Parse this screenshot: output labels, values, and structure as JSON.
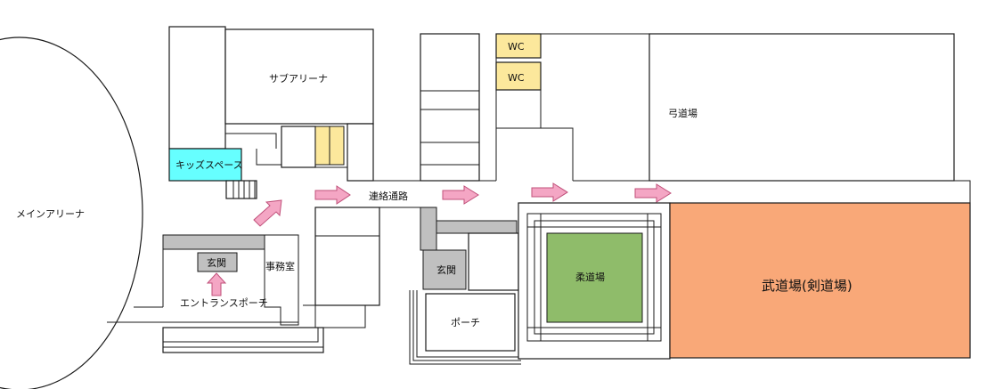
{
  "rooms": {
    "main_arena": "メインアリーナ",
    "sub_arena": "サブアリーナ",
    "kids_space": "キッズスペース",
    "entrance_west": "玄関",
    "office": "事務室",
    "entrance_porch_west": "エントランスポーチ",
    "corridor": "連絡通路",
    "wc_1": "WC",
    "wc_2": "WC",
    "archery_hall": "弓道場",
    "entrance_east": "玄関",
    "porch_east": "ポーチ",
    "judo_hall": "柔道場",
    "budo_hall": "武道場(剣道場)"
  },
  "colors": {
    "kids_space": "#66ffff",
    "wc": "#fce89c",
    "yellow_stall": "#fce89c",
    "entrance_gray": "#c0c0c0",
    "judo_mat": "#8fbc6a",
    "budo_hall": "#f9a878",
    "arrow_fill": "#f4a6c4",
    "arrow_stroke": "#c0507a"
  },
  "arrows": [
    "arrow-right",
    "arrow-up-right",
    "arrow-up"
  ]
}
